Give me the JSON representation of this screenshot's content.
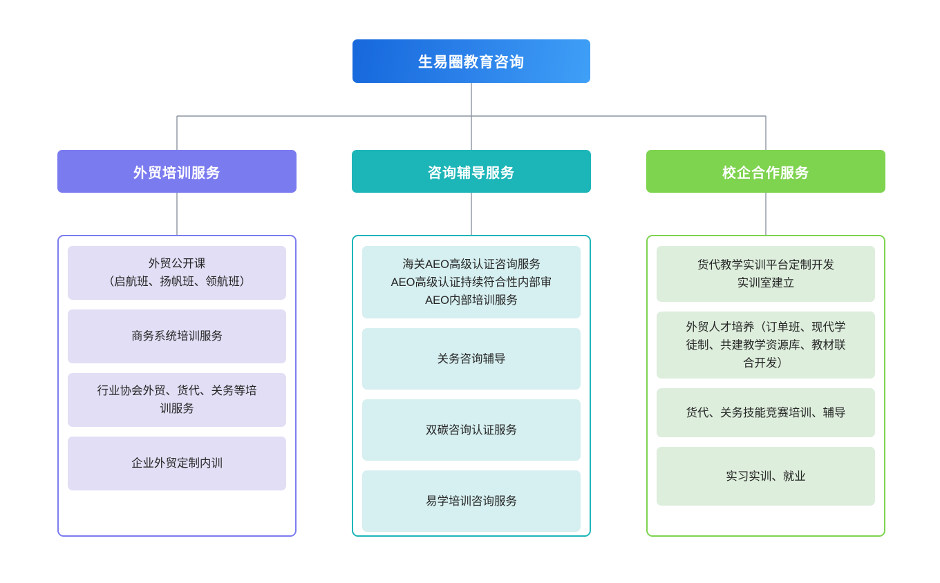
{
  "diagram": {
    "type": "organizational-tree",
    "root": {
      "label": "生易圈教育咨询",
      "color": "#2a7fe8"
    },
    "connector_color": "#8c93a0",
    "branches": [
      {
        "label": "外贸培训服务",
        "header_color": "#7b7bf0",
        "border_color": "#7b7bf0",
        "item_color": "#e2def5",
        "items": [
          "外贸公开课\n（启航班、扬帆班、领航班）",
          "商务系统培训服务",
          "行业协会外贸、货代、关务等培\n训服务",
          "企业外贸定制内训"
        ]
      },
      {
        "label": "咨询辅导服务",
        "header_color": "#1cb5b8",
        "border_color": "#1cb5b8",
        "item_color": "#d6eff0",
        "items": [
          "海关AEO高级认证咨询服务\nAEO高级认证持续符合性内部审\nAEO内部培训服务",
          "关务咨询辅导",
          "双碳咨询认证服务",
          "易学培训咨询服务"
        ]
      },
      {
        "label": "校企合作服务",
        "header_color": "#7ed34f",
        "border_color": "#7ed34f",
        "item_color": "#ddeedc",
        "items": [
          "货代教学实训平台定制开发\n实训室建立",
          "外贸人才培养（订单班、现代学\n徒制、共建教学资源库、教材联\n合开发）",
          "货代、关务技能竞赛培训、辅导",
          "实习实训、就业"
        ]
      }
    ]
  }
}
